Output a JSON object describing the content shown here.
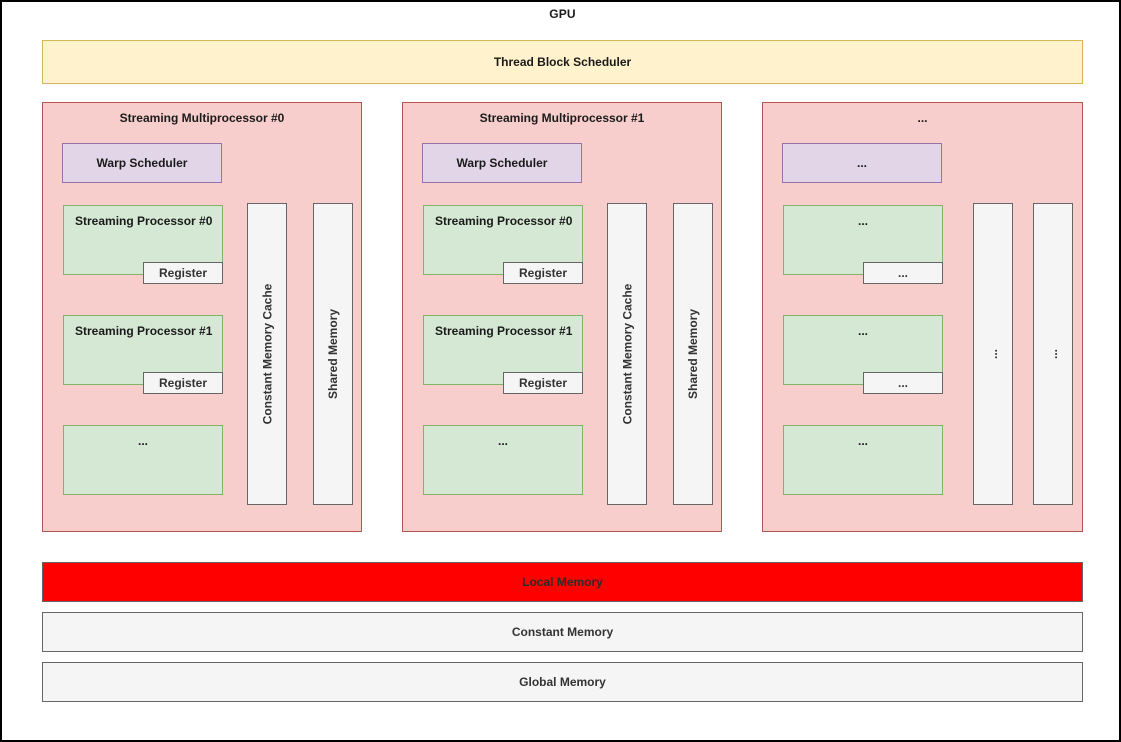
{
  "diagram": {
    "title": "GPU",
    "ellipsis": "...",
    "vertical_ellipsis": "..."
  },
  "thread_block_scheduler": {
    "label": "Thread Block Scheduler",
    "fill_color": "#fff2cc",
    "stroke_color": "#d6b656"
  },
  "multiprocessors": [
    {
      "title": "Streaming Multiprocessor #0",
      "warp_scheduler": "Warp Scheduler",
      "processors": [
        {
          "title": "Streaming Processor #0",
          "register": "Register"
        },
        {
          "title": "Streaming Processor #1",
          "register": "Register"
        },
        {
          "title": "...",
          "register": null
        }
      ],
      "columns": [
        {
          "label": "Constant Memory Cache"
        },
        {
          "label": "Shared Memory"
        }
      ]
    },
    {
      "title": "Streaming Multiprocessor #1",
      "warp_scheduler": "Warp Scheduler",
      "processors": [
        {
          "title": "Streaming Processor #0",
          "register": "Register"
        },
        {
          "title": "Streaming Processor #1",
          "register": "Register"
        },
        {
          "title": "...",
          "register": null
        }
      ],
      "columns": [
        {
          "label": "Constant Memory Cache"
        },
        {
          "label": "Shared Memory"
        }
      ]
    },
    {
      "title": "...",
      "warp_scheduler": "...",
      "processors": [
        {
          "title": "...",
          "register": "..."
        },
        {
          "title": "...",
          "register": "..."
        },
        {
          "title": "...",
          "register": null
        }
      ],
      "columns": [
        {
          "label": "..."
        },
        {
          "label": "..."
        }
      ]
    }
  ],
  "memories": [
    {
      "label": "Local Memory",
      "fill_color": "#ff0000",
      "text_color": "#2b2b2b"
    },
    {
      "label": "Constant Memory",
      "fill_color": "#f5f5f5",
      "text_color": "#333333"
    },
    {
      "label": "Global Memory",
      "fill_color": "#f5f5f5",
      "text_color": "#333333"
    }
  ],
  "colors": {
    "sm_fill": "#f8cecc",
    "sm_stroke": "#b85450",
    "warp_fill": "#e1d5e7",
    "warp_stroke": "#9673a6",
    "sp_fill": "#d5e8d4",
    "sp_stroke": "#82b366",
    "box_fill": "#f5f5f5",
    "box_stroke": "#666666"
  }
}
